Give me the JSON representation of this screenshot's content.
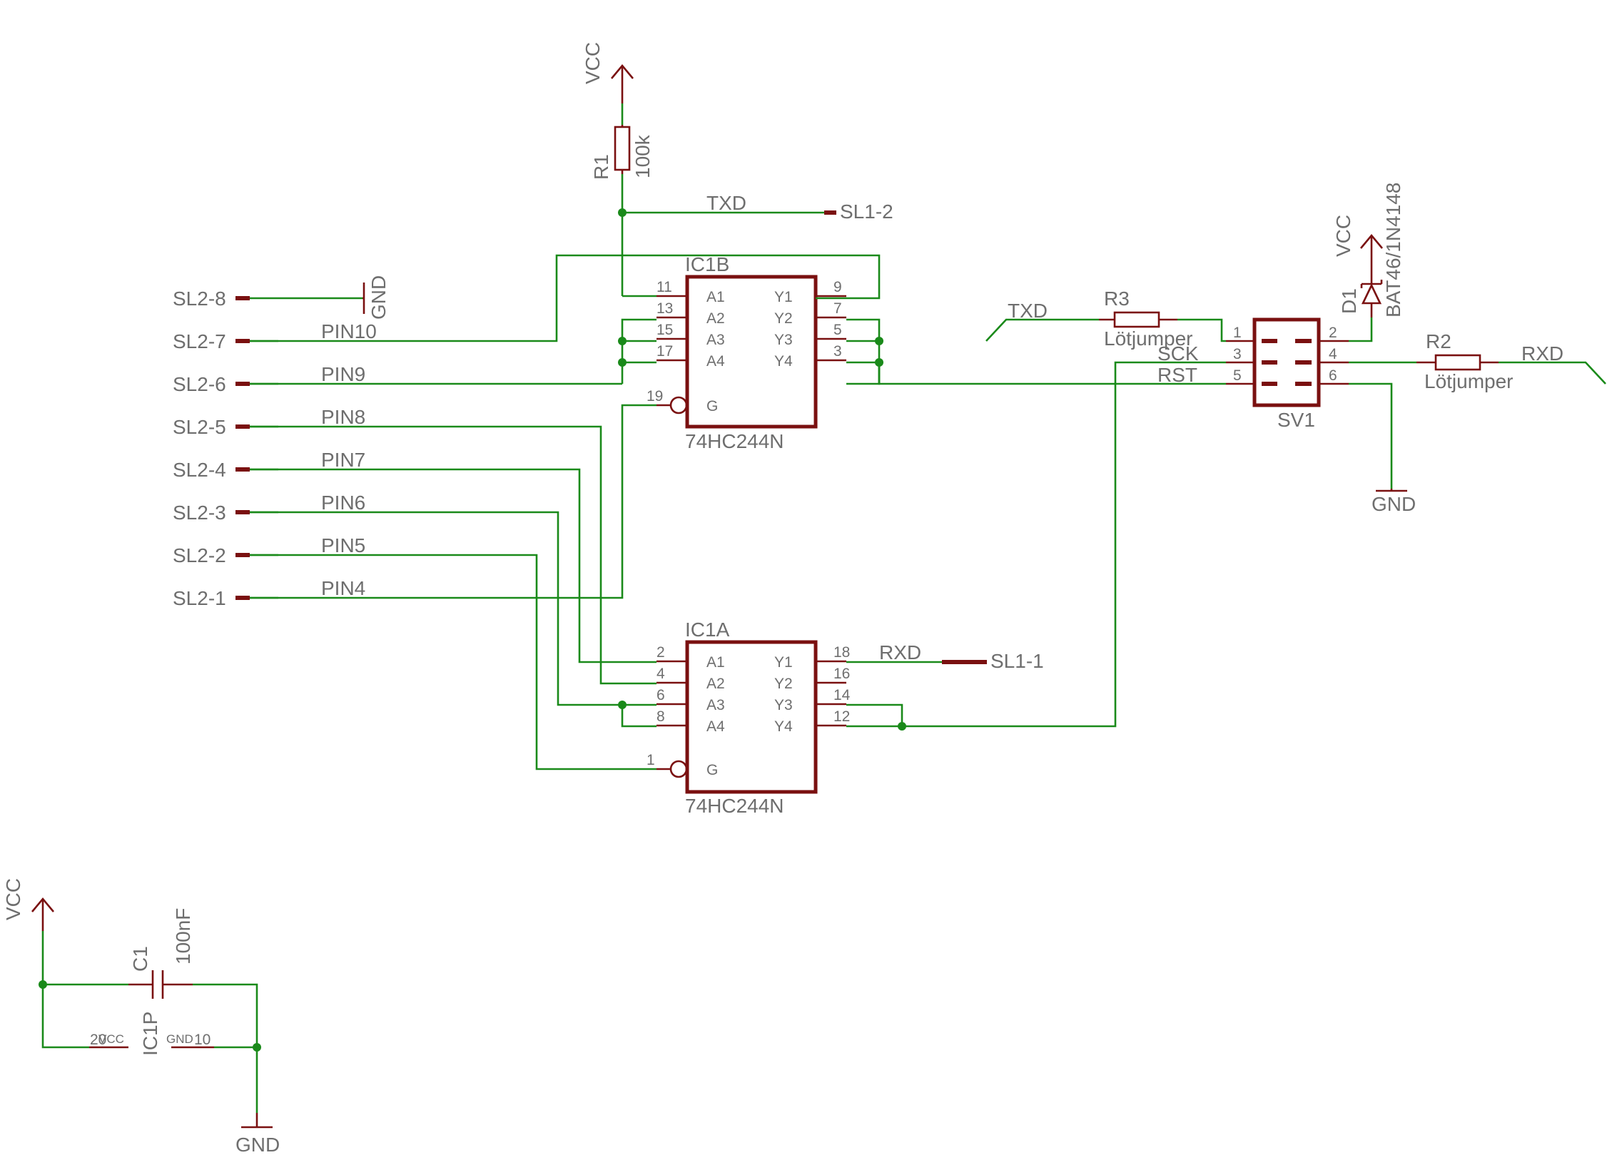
{
  "labels": {
    "vcc": "VCC",
    "gnd": "GND",
    "r1_name": "R1",
    "r1_value": "100k",
    "txd": "TXD",
    "rxd": "RXD",
    "sl1_2": "SL1-2",
    "sl1_1": "SL1-1",
    "ic1b": "IC1B",
    "ic1a": "IC1A",
    "ic_type": "74HC244N",
    "r3_name": "R3",
    "r2_name": "R2",
    "jumper": "Lötjumper",
    "sck": "SCK",
    "rst": "RST",
    "sv1": "SV1",
    "d1_name": "D1",
    "d1_value": "BAT46/1N4148",
    "c1_name": "C1",
    "c1_value": "100nF",
    "ic1p": "IC1P",
    "pwr_vcc": "VCC",
    "pwr_gnd": "GND",
    "pin20": "20",
    "pin10": "10"
  },
  "sl2_connectors": [
    "SL2-8",
    "SL2-7",
    "SL2-6",
    "SL2-5",
    "SL2-4",
    "SL2-3",
    "SL2-2",
    "SL2-1"
  ],
  "net_labels": [
    "PIN10",
    "PIN9",
    "PIN8",
    "PIN7",
    "PIN6",
    "PIN5",
    "PIN4"
  ],
  "ic1b": {
    "left_pins": [
      "11",
      "13",
      "15",
      "17"
    ],
    "left_names": [
      "A1",
      "A2",
      "A3",
      "A4"
    ],
    "right_pins": [
      "9",
      "7",
      "5",
      "3"
    ],
    "right_names": [
      "Y1",
      "Y2",
      "Y3",
      "Y4"
    ],
    "gate_pin": "19",
    "gate_name": "G"
  },
  "ic1a": {
    "left_pins": [
      "2",
      "4",
      "6",
      "8"
    ],
    "left_names": [
      "A1",
      "A2",
      "A3",
      "A4"
    ],
    "right_pins": [
      "18",
      "16",
      "14",
      "12"
    ],
    "right_names": [
      "Y1",
      "Y2",
      "Y3",
      "Y4"
    ],
    "gate_pin": "1",
    "gate_name": "G"
  },
  "sv1_pins": {
    "left": [
      "1",
      "3",
      "5"
    ],
    "right": [
      "2",
      "4",
      "6"
    ]
  },
  "colors": {
    "wire": "#1a8a1a",
    "part": "#7a1010",
    "text": "#6e6e6e"
  }
}
